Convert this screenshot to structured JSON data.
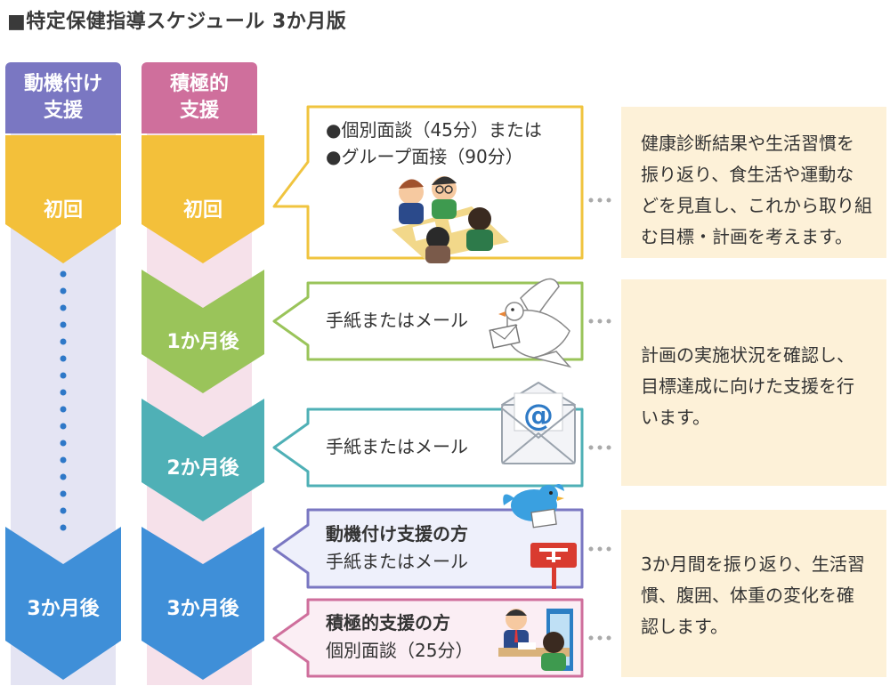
{
  "title": "■特定保健指導スケジュール 3か月版",
  "columns": {
    "motivation": {
      "line1": "動機付け",
      "line2": "支援",
      "color": "#7a77c2",
      "band": "#e4e4f3"
    },
    "active": {
      "line1": "積極的",
      "line2": "支援",
      "color": "#cf6f9c",
      "band": "#f6e1ea"
    }
  },
  "steps": {
    "first": {
      "motivation_label": "初回",
      "active_label": "初回",
      "color": "#f3c03a"
    },
    "month1": {
      "active_label": "1か月後",
      "color": "#9ac45a"
    },
    "month2": {
      "active_label": "2か月後",
      "color": "#4fb0b6"
    },
    "month3": {
      "motivation_label": "3か月後",
      "active_label": "3か月後",
      "color": "#3f8fd8"
    }
  },
  "callouts": {
    "first": {
      "line1": "●個別面談（45分）または",
      "line2": "●グループ面接（90分）"
    },
    "month1": {
      "text": "手紙またはメール"
    },
    "month2": {
      "text": "手紙またはメール"
    },
    "month3_motivation": {
      "heading": "動機付け支援の方",
      "text": "手紙またはメール"
    },
    "month3_active": {
      "heading": "積極的支援の方",
      "text": "個別面談（25分）"
    }
  },
  "info_boxes": {
    "first": [
      "健康診断結果や生活習慣を",
      "振り返り、食生活や運動な",
      "どを見直し、これから取り組",
      "む目標・計画を考えます。"
    ],
    "middle": [
      "計画の実施状況を確認し、",
      "目標達成に向けた支援を行",
      "います。"
    ],
    "final": [
      "3か月間を振り返り、生活習",
      "慣、腹囲、体重の変化を確",
      "認します。"
    ]
  },
  "icons": {
    "meeting": "group-meeting-illustration",
    "dove": "dove-with-letter-icon",
    "email": "email-envelope-icon",
    "bird_mailbox": "bluebird-mailbox-icon",
    "consultation": "consultation-illustration"
  }
}
